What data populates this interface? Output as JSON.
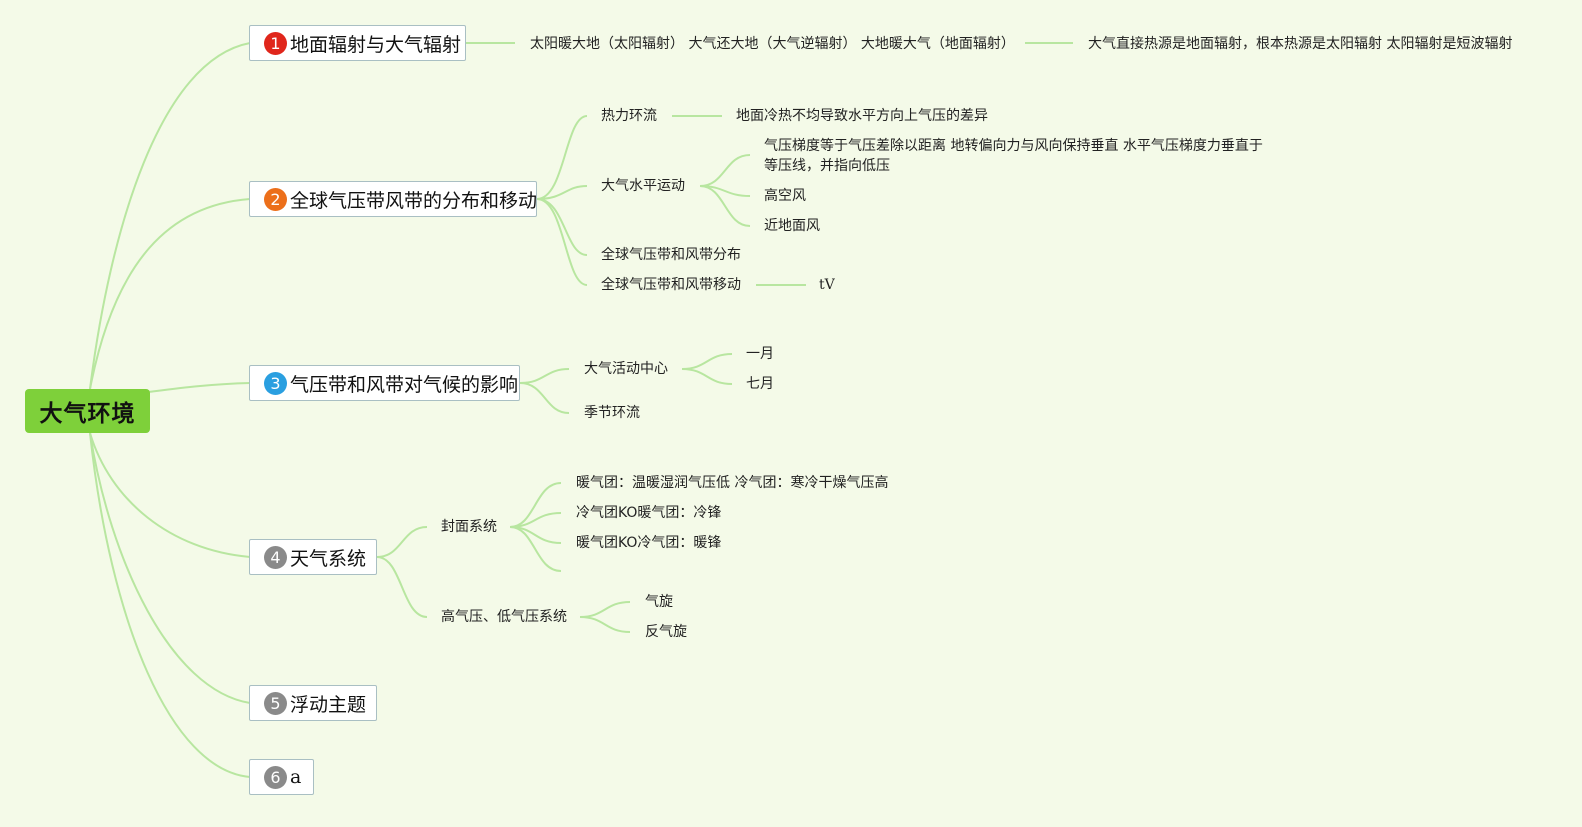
{
  "root": {
    "label": "大气环境"
  },
  "topics": [
    {
      "number": "1",
      "badge_color": "#e0261b",
      "label": "地面辐射与大气辐射"
    },
    {
      "number": "2",
      "badge_color": "#ec6f1a",
      "label": "全球气压带风带的分布和移动"
    },
    {
      "number": "3",
      "badge_color": "#2a9fe0",
      "label": "气压带和风带对气候的影响"
    },
    {
      "number": "4",
      "badge_color": "#8a8a8a",
      "label": "天气系统"
    },
    {
      "number": "5",
      "badge_color": "#8a8a8a",
      "label": "浮动主题"
    },
    {
      "number": "6",
      "badge_color": "#8a8a8a",
      "label": "a"
    }
  ],
  "t1": {
    "detail": "太阳暖大地（太阳辐射） 大气还大地（大气逆辐射） 大地暖大气（地面辐射）",
    "note": "大气直接热源是地面辐射，根本热源是太阳辐射 太阳辐射是短波辐射"
  },
  "t2": {
    "thermal": "热力环流",
    "thermal_detail": "地面冷热不均导致水平方向上气压的差异",
    "horizontal": "大气水平运动",
    "horizontal_items": [
      "气压梯度等于气压差除以距离 地转偏向力与风向保持垂直 水平气压梯度力垂直于等压线，并指向低压",
      "高空风",
      "近地面风"
    ],
    "distribution": "全球气压带和风带分布",
    "movement": "全球气压带和风带移动",
    "movement_detail": "tV"
  },
  "t3": {
    "centers": "大气活动中心",
    "months": [
      "一月",
      "七月"
    ],
    "seasonal": "季节环流"
  },
  "t4": {
    "front": "封面系统",
    "front_items": [
      "暖气团：温暖湿润气压低 冷气团：寒冷干燥气压高",
      "冷气团KO暖气团：冷锋",
      "暖气团KO冷气团：暖锋"
    ],
    "pressure": "高气压、低气压系统",
    "pressure_items": [
      "气旋",
      "反气旋"
    ]
  },
  "colors": {
    "line": "#b8e6a0",
    "root": "#7ed03a",
    "background": "#f4fae8"
  }
}
